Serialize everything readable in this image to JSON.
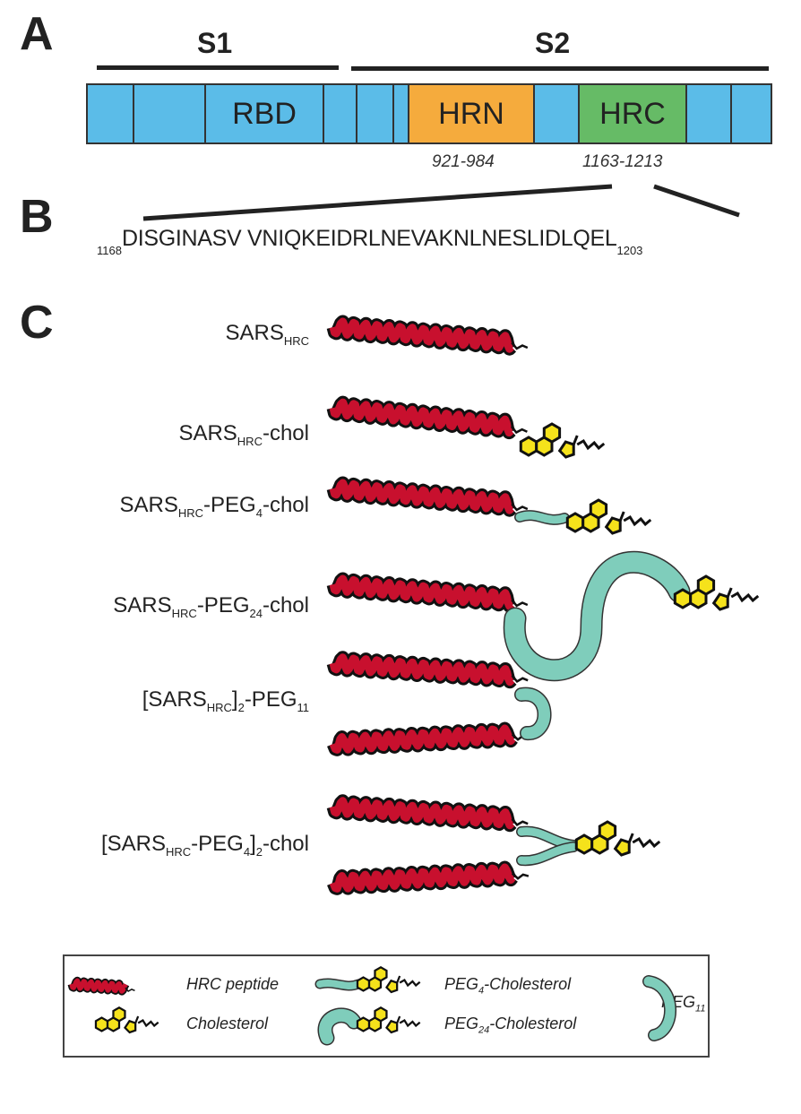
{
  "panel_a": {
    "letter": "A",
    "s1": "S1",
    "s2": "S2",
    "domains": {
      "rbd": "RBD",
      "hrn": "HRN",
      "hrc": "HRC"
    },
    "hrn_range": "921-984",
    "hrc_range": "1163-1213",
    "colors": {
      "blue": "#5bbce8",
      "orange": "#f5ab3d",
      "green": "#66bb66"
    }
  },
  "panel_b": {
    "letter": "B",
    "start": "1168",
    "sequence": "DISGINASV VNIQKEIDRLNEVAKNLNESLIDLQEL",
    "end": "1203"
  },
  "panel_c": {
    "letter": "C",
    "constructs": [
      {
        "pre": "SARS",
        "sub1": "HRC",
        "mid": "",
        "sub2": "",
        "post": ""
      },
      {
        "pre": "SARS",
        "sub1": "HRC",
        "mid": "-chol",
        "sub2": "",
        "post": ""
      },
      {
        "pre": "SARS",
        "sub1": "HRC",
        "mid": "-PEG",
        "sub2": "4",
        "post": "-chol"
      },
      {
        "pre": "SARS",
        "sub1": "HRC",
        "mid": "-PEG",
        "sub2": "24",
        "post": "-chol"
      },
      {
        "pre": "[SARS",
        "sub1": "HRC",
        "mid": "]",
        "sub2": "2",
        "post": "-PEG",
        "sub3": "11"
      },
      {
        "pre": "[SARS",
        "sub1": "HRC",
        "mid": "-PEG",
        "sub2": "4",
        "post": "]",
        "sub3": "2",
        "post2": "-chol"
      }
    ]
  },
  "legend": {
    "hrc": "HRC peptide",
    "chol": "Cholesterol",
    "peg4_pre": "PEG",
    "peg4_sub": "4",
    "peg4_post": "-Cholesterol",
    "peg24_pre": "PEG",
    "peg24_sub": "24",
    "peg24_post": "-Cholesterol",
    "peg11_pre": "PEG",
    "peg11_sub": "11"
  },
  "colors": {
    "helix": "#c8102e",
    "peg": "#7fcdbb",
    "chol": "#f5e21b"
  }
}
